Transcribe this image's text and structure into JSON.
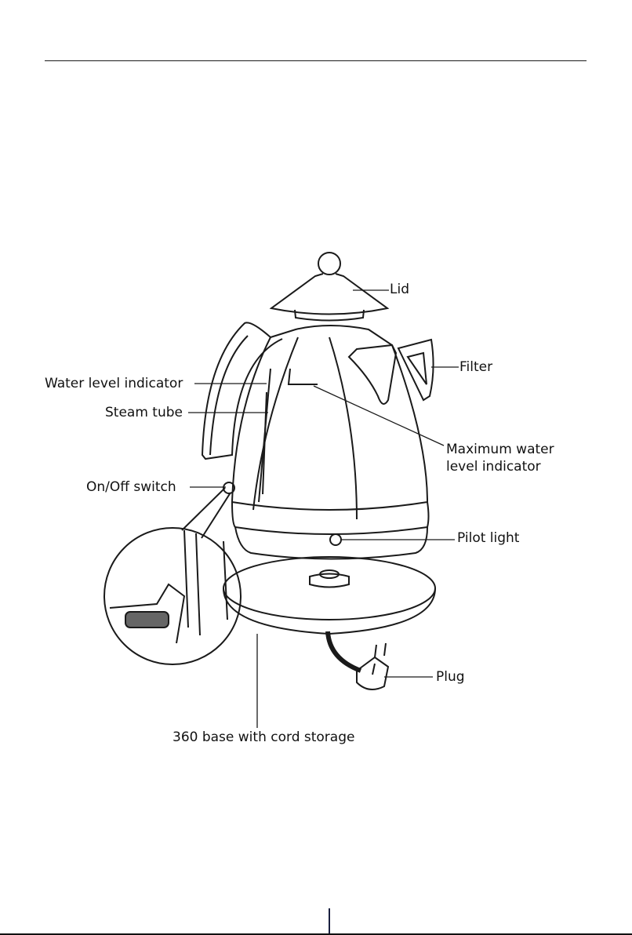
{
  "labels": {
    "lid": "Lid",
    "filter": "Filter",
    "water_level": "Water level indicator",
    "steam_tube": "Steam tube",
    "max_water_1": "Maximum water",
    "max_water_2": "level indicator",
    "switch": "On/Off switch",
    "pilot": "Pilot light",
    "plug": "Plug",
    "base": "360 base with cord storage"
  }
}
